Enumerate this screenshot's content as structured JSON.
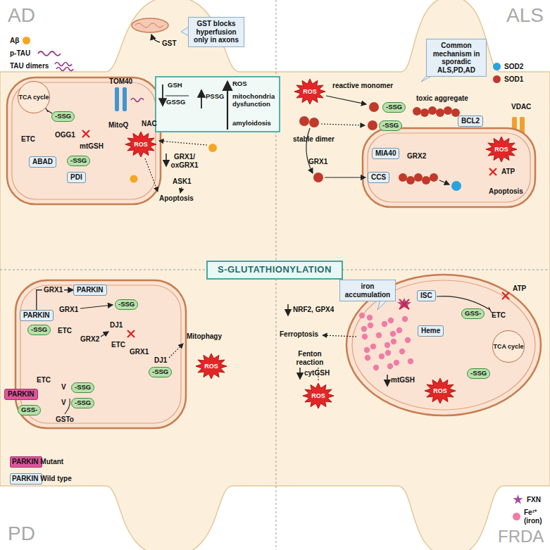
{
  "diagram": {
    "nodes": [
      {
        "text": [
          "GST blocks hyperfusion only in axons"
        ]
      },
      {
        "text": [
          "GSH",
          "GSSG",
          "PSSG",
          "ROS",
          "mitochondria dysfunction",
          "amyloidosis"
        ]
      },
      {
        "text": [
          "TCA cycle"
        ]
      },
      {
        "text": [
          "-SSG"
        ]
      },
      {
        "text": [
          "ABAD"
        ]
      },
      {
        "text": [
          "-SSG"
        ]
      },
      {
        "text": [
          "PDI"
        ]
      },
      {
        "text": [
          "ROS"
        ]
      },
      {
        "text": [
          "Common mechanism in sporadic ALS,PD,AD"
        ]
      },
      {
        "text": [
          "ROS"
        ]
      },
      {
        "text": [
          "-SSG"
        ]
      },
      {
        "text": [
          "-SSG"
        ]
      },
      {
        "text": [
          "BCL2"
        ]
      },
      {
        "text": [
          "MIA40"
        ]
      },
      {
        "text": [
          "CCS"
        ]
      },
      {
        "text": [
          "ROS"
        ]
      },
      {
        "text": [
          "S-GLUTATHIONYLATION"
        ]
      },
      {
        "text": [
          "PARKIN"
        ]
      },
      {
        "text": [
          "PARKIN"
        ]
      },
      {
        "text": [
          "-SSG"
        ]
      },
      {
        "text": [
          "-SSG"
        ]
      },
      {
        "text": [
          "-SSG"
        ]
      },
      {
        "text": [
          "ROS"
        ]
      },
      {
        "text": [
          "PARKIN"
        ]
      },
      {
        "text": [
          "GSS-"
        ]
      },
      {
        "text": [
          "-SSG"
        ]
      },
      {
        "text": [
          "-SSG"
        ]
      },
      {
        "text": [
          "iron accumulation"
        ]
      },
      {
        "text": [
          "ISC"
        ]
      },
      {
        "text": [
          "Heme"
        ]
      },
      {
        "text": [
          "GSS-"
        ]
      },
      {
        "text": [
          "TCA cycle"
        ]
      },
      {
        "text": [
          "-SSG"
        ]
      },
      {
        "text": [
          "ROS"
        ]
      },
      {
        "text": [
          "ROS"
        ]
      }
    ],
    "edges": [
      {
        "from": 18,
        "to": 17,
        "label": "GRX1",
        "arrow": "to"
      }
    ],
    "labels": [
      "AD",
      "GST",
      "ETC",
      "OGG1",
      "TOM40",
      "mtGSH",
      "MitoQ",
      "NAC",
      "GRX1/ oxGRX1",
      "ASK1",
      "Apoptosis",
      "ALS",
      "reactive monomer",
      "stable dimer",
      "toxic aggregate",
      "VDAC",
      "GRX1",
      "GRX2",
      "ATP",
      "Apoptosis",
      "PD",
      "GRX1",
      "ETC",
      "GRX2",
      "DJ1",
      "ETC",
      "GRX1",
      "DJ1",
      "Mitophagy",
      "ETC",
      "V",
      "V",
      "GSTo",
      "FRDA",
      "NRF2, GPX4",
      "Ferroptosis",
      "Fenton reaction",
      "cytGSH",
      "ETC",
      "ATP",
      "mtGSH"
    ],
    "legend": [
      {
        "text": "Aβ",
        "color": "#f5a623"
      },
      {
        "text": "p-TAU"
      },
      {
        "text": "TAU dimers"
      },
      {
        "text": "SOD2",
        "color": "#29a3dd"
      },
      {
        "text": "SOD1",
        "color": "#c0392b"
      },
      {
        "text": "PARKIN Mutant",
        "color": "#e0559b"
      },
      {
        "text": "PARKIN Wild type",
        "color": "#e4eff7"
      },
      {
        "text": "FXN",
        "color": "#a34aa8"
      },
      {
        "text": "Fe²⁺ (iron)",
        "color": "#f07ca5"
      }
    ]
  }
}
